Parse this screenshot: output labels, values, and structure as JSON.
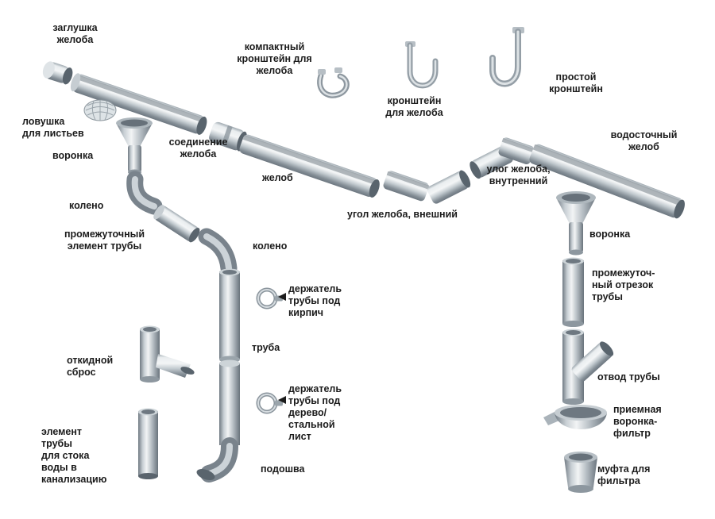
{
  "diagram": {
    "subject": "gutter-downpipe-system-parts",
    "palette": {
      "background": "#ffffff",
      "label_color": "#1b1b1b",
      "metal_light": "#f2f4f5",
      "metal_mid": "#aab3b9",
      "metal_dark": "#6e7881"
    }
  },
  "labels": [
    {
      "id": "gutter-endcap",
      "text": "заглушка\nжелоба"
    },
    {
      "id": "leaf-trap",
      "text": "ловушка\nдля листьев"
    },
    {
      "id": "funnel-left",
      "text": "воронка"
    },
    {
      "id": "gutter-joint",
      "text": "соединение\nжелоба"
    },
    {
      "id": "compact-bracket",
      "text": "компактный\nкронштейн для\nжелоба"
    },
    {
      "id": "gutter-bracket",
      "text": "кронштейн\nдля желоба"
    },
    {
      "id": "simple-bracket",
      "text": "простой\nкронштейн"
    },
    {
      "id": "drain-gutter",
      "text": "водосточный\nжелоб"
    },
    {
      "id": "gutter",
      "text": "желоб"
    },
    {
      "id": "inner-corner",
      "text": "улог желоба,\nвнутренний"
    },
    {
      "id": "outer-corner",
      "text": "угол желоба, внешний"
    },
    {
      "id": "elbow-1",
      "text": "колено"
    },
    {
      "id": "intermediate-pipe-element",
      "text": "промежуточный\nэлемент трубы"
    },
    {
      "id": "elbow-2",
      "text": "колено"
    },
    {
      "id": "funnel-right",
      "text": "воронка"
    },
    {
      "id": "intermediate-pipe-section",
      "text": "промежуточ-\nный отрезок\nтрубы"
    },
    {
      "id": "pipe-holder-brick",
      "text": "держатель\nтрубы под\nкирпич"
    },
    {
      "id": "pipe",
      "text": "труба"
    },
    {
      "id": "tip-out-discharge",
      "text": "откидной\nсброс"
    },
    {
      "id": "pipe-holder-wood",
      "text": "держатель\nтрубы под\nдерево/\nстальной\nлист"
    },
    {
      "id": "pipe-outlet",
      "text": "отвод трубы"
    },
    {
      "id": "receiving-funnel-filter",
      "text": "приемная\nворонка-\nфильтр"
    },
    {
      "id": "sewer-pipe-element",
      "text": "элемент\nтрубы\nдля стока\nводы в\nканализацию"
    },
    {
      "id": "shoe",
      "text": "подошва"
    },
    {
      "id": "filter-coupling",
      "text": "муфта для\nфильтра"
    }
  ]
}
